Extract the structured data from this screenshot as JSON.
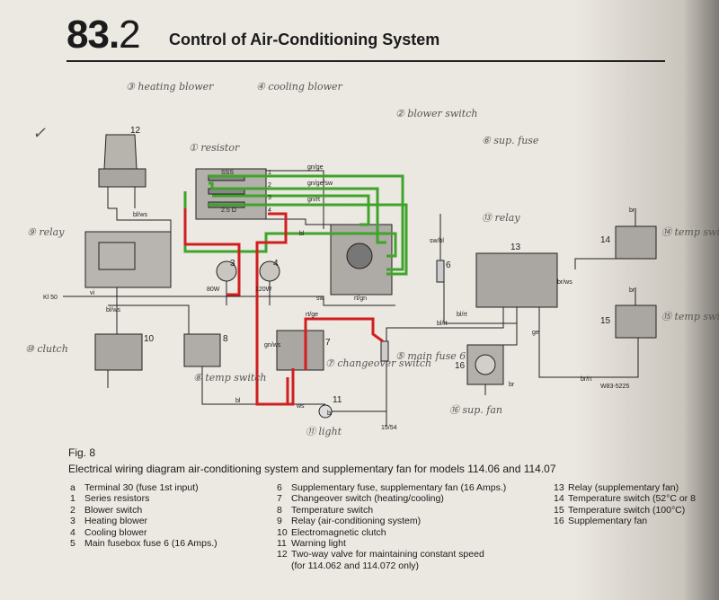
{
  "header": {
    "number_main": "83.",
    "number_sub": "2",
    "title": "Control of Air-Conditioning System"
  },
  "figure": {
    "label": "Fig. 8",
    "caption": "Electrical wiring diagram air-conditioning system and supplementary fan for models 114.06 and 114.07"
  },
  "legend": {
    "col1": [
      {
        "key": "a",
        "text": "Terminal 30 (fuse 1st input)"
      },
      {
        "key": "1",
        "text": "Series resistors"
      },
      {
        "key": "2",
        "text": "Blower switch"
      },
      {
        "key": "3",
        "text": "Heating blower"
      },
      {
        "key": "4",
        "text": "Cooling blower"
      },
      {
        "key": "5",
        "text": "Main fusebox fuse 6 (16 Amps.)"
      }
    ],
    "col2": [
      {
        "key": "6",
        "text": "Supplementary fuse, supplementary fan (16 Amps.)"
      },
      {
        "key": "7",
        "text": "Changeover switch (heating/cooling)"
      },
      {
        "key": "8",
        "text": "Temperature switch"
      },
      {
        "key": "9",
        "text": "Relay (air-conditioning system)"
      },
      {
        "key": "10",
        "text": "Electromagnetic clutch"
      },
      {
        "key": "11",
        "text": "Warning light"
      },
      {
        "key": "12",
        "text": "Two-way valve for maintaining constant speed"
      },
      {
        "key": "",
        "text": "(for 114.062 and 114.072 only)"
      }
    ],
    "col3": [
      {
        "key": "13",
        "text": "Relay (supplementary fan)"
      },
      {
        "key": "14",
        "text": "Temperature switch (52°C or 8"
      },
      {
        "key": "15",
        "text": "Temperature switch (100°C)"
      },
      {
        "key": "16",
        "text": "Supplementary fan"
      }
    ]
  },
  "annotations": {
    "heating_blower": "③ heating blower",
    "cooling_blower": "④ cooling blower",
    "resistor": "① resistor",
    "blower_switch": "② blower switch",
    "sup_fuse": "⑥ sup. fuse",
    "relay_13": "⑬ relay",
    "relay_9": "⑨ relay",
    "clutch": "⑩ clutch",
    "temp_switch_8": "⑧ temp switch",
    "changeover": "⑦ changeover switch",
    "main_fuse": "⑤ main fuse 6",
    "light": "⑪ light",
    "sup_fan": "⑯ sup. fan",
    "temp_14": "⑭ temp switch",
    "temp_15": "⑮ temp switch",
    "check": "✓"
  },
  "wire_labels": {
    "gnge": "gn/ge",
    "gnsw": "gn/ge/sw",
    "gnrt": "gn/rt",
    "blws": "bl/ws",
    "bl": "bl",
    "sw": "sw",
    "rtgn": "rt/gn",
    "rtge": "rt/ge",
    "blrt": "bl/rt",
    "ge": "ge",
    "brrt": "br/rt",
    "brws": "br/ws",
    "swbl": "sw/bl",
    "br": "br",
    "kl50": "Kl 50",
    "v1554": "15/54",
    "w80": "80W",
    "w120": "120W",
    "code": "W83-5225",
    "gnws": "gn/ws",
    "vi": "vi",
    "ws": "ws",
    "bl2": "bl",
    "r1": "1",
    "r2": "2",
    "r3": "3",
    "r4": "4",
    "ss": "SSS",
    "r25": "2.5 Ω"
  },
  "colors": {
    "green_wire": "#3fa52a",
    "red_wire": "#d01f1f",
    "ink": "#222222"
  }
}
